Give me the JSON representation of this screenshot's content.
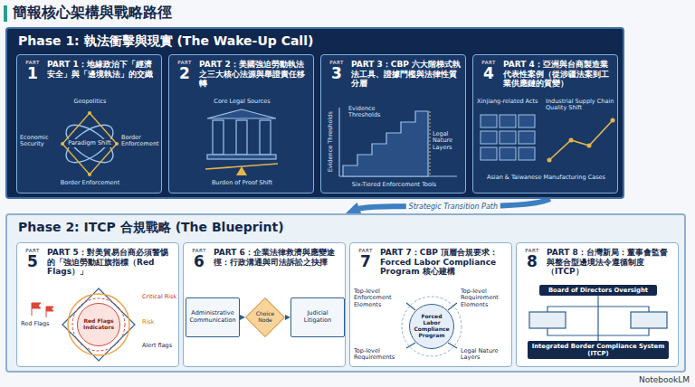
{
  "diagram": {
    "title": "簡報核心架構與戰略路徑",
    "nodes": [
      {
        "text": [
          "Phase 1: 執法衝擊與現實 (The Wake-Up Call)"
        ]
      },
      {
        "text": [
          "PART",
          "1",
          "PART 1：地緣政治下「經濟安全」與「邊境執法」的交織"
        ],
        "in": 0
      },
      {
        "text": [
          "PART",
          "2",
          "PART 2：美國強迫勞動執法之三大核心法源與舉證責任移轉"
        ],
        "in": 0
      },
      {
        "text": [
          "PART",
          "3",
          "PART 3：CBP 六大階梯式執法工具、證據門檻與法律性質分層"
        ],
        "in": 0
      },
      {
        "text": [
          "PART",
          "4",
          "PART 4：亞洲與台商製造業代表性案例（從涉疆法案到工業供應鏈的質變）"
        ],
        "in": 0
      },
      {
        "text": [
          "Phase 2: ITCP 合規戰略 (The Blueprint)"
        ]
      },
      {
        "text": [
          "PART",
          "5",
          "PART 5：對美貿易台商必須警惕的「強迫勞動紅旗指標（Red Flags）」"
        ],
        "in": 5
      },
      {
        "text": [
          "PART",
          "6",
          "PART 6：企業法律救濟與應變途徑：行政溝通與司法訴訟之抉擇"
        ],
        "in": 5
      },
      {
        "text": [
          "PART",
          "7",
          "PART 7：CBP 頂層合規要求：Forced Labor Compliance Program 核心建構"
        ],
        "in": 5
      },
      {
        "text": [
          "PART",
          "8",
          "PART 8：台灣新局：董事會監督與整合型邊境法令遵循制度（ITCP）"
        ],
        "in": 5
      },
      {
        "text": [
          "Red Flags Indicators"
        ],
        "in": 6
      },
      {
        "text": [
          "Administrative Communication"
        ],
        "in": 7
      },
      {
        "text": [
          "Choice Node"
        ],
        "in": 7
      },
      {
        "text": [
          "Judicial Litigation"
        ],
        "in": 7
      },
      {
        "text": [
          "Forced Labor Compliance Program"
        ],
        "in": 8
      },
      {
        "text": [
          "Board of Directors Oversight"
        ],
        "in": 9
      },
      {
        "text": [
          "Integrated Border Compliance System (ITCP)"
        ],
        "in": 9
      }
    ],
    "edges": [
      {
        "from": 0,
        "to": 5,
        "label": "Strategic Transition Path",
        "arrow": "to"
      },
      {
        "from": 11,
        "to": 12,
        "arrow": "to"
      },
      {
        "from": 12,
        "to": 13,
        "arrow": "to"
      },
      {
        "from": 15,
        "to": 16,
        "arrow": "none"
      }
    ],
    "labels": [
      "Geopolitics",
      "Economic Security",
      "Paradigm Shift",
      "Border Enforcement",
      "Border Enforcement",
      "Core Legal Sources",
      "Burden of Proof Shift",
      "Evidence Thresholds",
      "Evidence Thresholds",
      "Legal Nature Layers",
      "Six-Tiered Enforcement Tools",
      "Xinjiang-related Acts",
      "Industrial Supply Chain Quality Shift",
      "Asian & Taiwanese Manufacturing Cases",
      "Red Flags",
      "Critical Risk",
      "Risk",
      "Alert flags",
      "Top-level Enforcement Elements",
      "Top-level Requirement Elements",
      "Top-level Requirements",
      "Legal Nature Layers",
      "NotebookLM"
    ]
  }
}
